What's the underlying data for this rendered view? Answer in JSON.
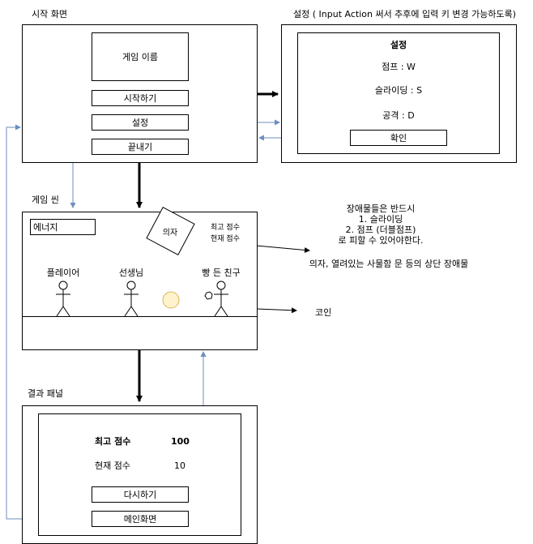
{
  "start_screen": {
    "label": "시작 화면",
    "game_title": "게임 이름",
    "start_button": "시작하기",
    "settings_button": "설정",
    "quit_button": "끝내기"
  },
  "settings": {
    "label": "설정 ( Input Action 써서 추후에 입력 키 변경 가능하도록)",
    "title": "설정",
    "jump": "점프 : W",
    "slide": "슬라이딩 : S",
    "attack": "공격 : D",
    "confirm_button": "확인"
  },
  "game_scene": {
    "label": "게임 씬",
    "energy": "에너지",
    "chair": "의자",
    "best_score": "최고 점수",
    "current_score": "현재 점수",
    "player": "플레이어",
    "teacher": "선생님",
    "friend": "빵 든 친구"
  },
  "notes": {
    "obstacle_lines": [
      "장애물들은 반드시",
      "1. 슬라이딩",
      "2. 점프 (더블점프)",
      "로 피할 수 있어야한다."
    ],
    "obstacle_examples": "의자, 열려있는 사물함 문 등의 상단 장애물",
    "coin": "코인"
  },
  "result_panel": {
    "label": "결과 패널",
    "best_score_label": "최고 점수",
    "best_score_value": "100",
    "current_score_label": "현재 점수",
    "current_score_value": "10",
    "retry_button": "다시하기",
    "main_menu_button": "메인화면"
  },
  "colors": {
    "blue_connector": "#6c8ebf",
    "coin_fill": "#fff2cc",
    "coin_stroke": "#d6b656"
  }
}
